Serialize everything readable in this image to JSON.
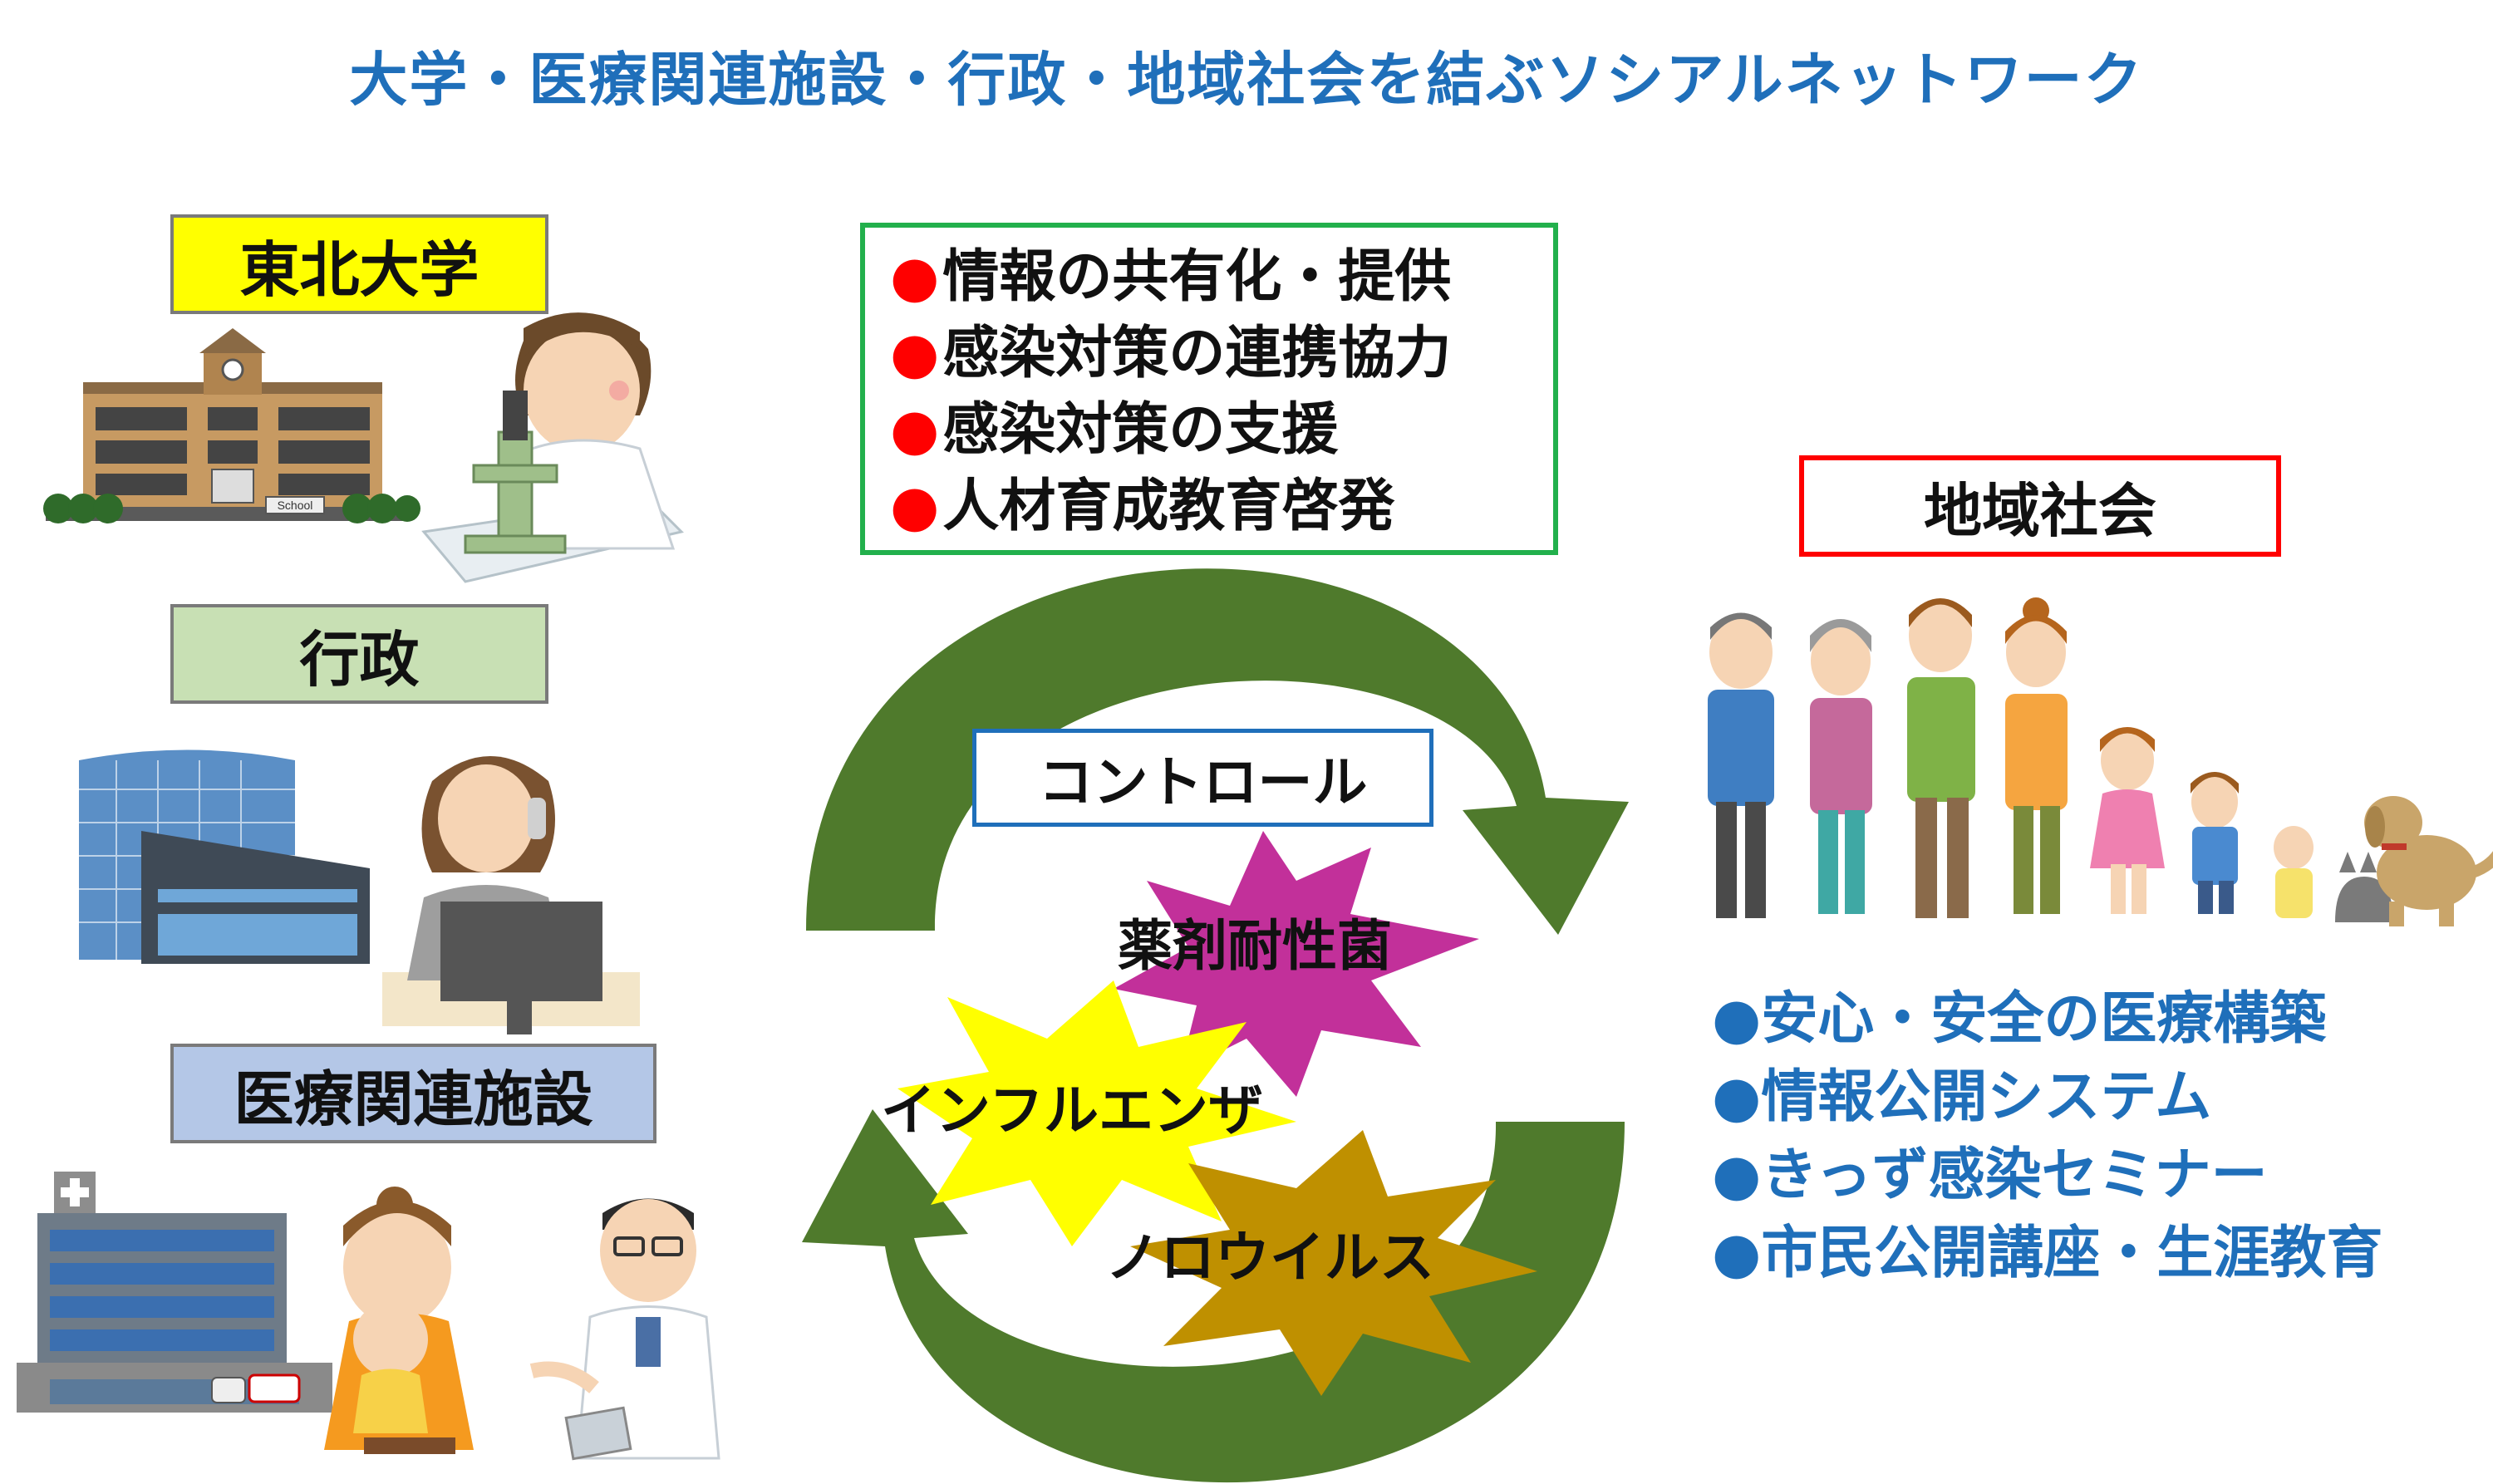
{
  "title": "大学・医療関連施設・行政・地域社会を結ぶソシアルネットワーク",
  "labels": {
    "university": "東北大学",
    "government": "行政",
    "medical": "医療関連施設",
    "community": "地域社会",
    "control": "コントロール"
  },
  "school_sign": "School",
  "goals": [
    "情報の共有化・提供",
    "感染対策の連携協力",
    "感染対策の支援",
    "人材育成教育啓発"
  ],
  "bullet_red": "●",
  "bullet_blue": "●",
  "pathogens": {
    "amr": "薬剤耐性菌",
    "influenza": "インフルエンザ",
    "norovirus": "ノロウイルス"
  },
  "community_items": [
    "安心・安全の医療構築",
    "情報公開システム",
    "きっず感染セミナー",
    "市民公開講座・生涯教育"
  ],
  "colors": {
    "title_blue": "#1f6fba",
    "arrow_green": "#4f7a2c",
    "univ_yellow": "#ffff00",
    "gov_green": "#c8e0b4",
    "med_blue": "#b4c7e7",
    "amr_magenta": "#c2309a",
    "flu_yellow": "#ffff00",
    "noro_olive": "#bf9000"
  }
}
